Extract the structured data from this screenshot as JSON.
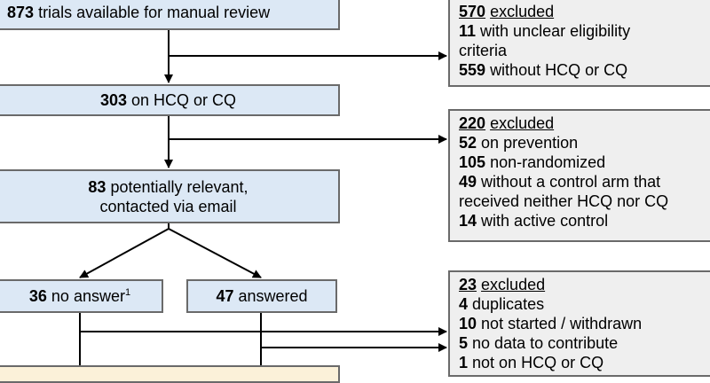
{
  "stage1": {
    "count": "873",
    "text": "trials available for manual review"
  },
  "exclusion1": {
    "count": "570",
    "label": "excluded",
    "items": [
      {
        "count": "11",
        "text": "with unclear eligibility"
      },
      {
        "count": "",
        "text": "criteria"
      },
      {
        "count": "559",
        "text": "without HCQ or CQ"
      }
    ]
  },
  "stage2": {
    "count": "303",
    "text": "on HCQ or CQ"
  },
  "exclusion2": {
    "count": "220",
    "label": "excluded",
    "items": [
      {
        "count": "52",
        "text": "on prevention"
      },
      {
        "count": "105",
        "text": "non-randomized"
      },
      {
        "count": "49",
        "text": "without a control arm that"
      },
      {
        "count": "",
        "text": "received neither HCQ nor CQ"
      },
      {
        "count": "14",
        "text": "with active control"
      }
    ]
  },
  "stage3": {
    "count": "83",
    "text": "potentially relevant,",
    "line2": "contacted via email"
  },
  "no_answer": {
    "count": "36",
    "text": "no answer",
    "footnote": "1"
  },
  "answered": {
    "count": "47",
    "text": "answered"
  },
  "exclusion3": {
    "count": "23",
    "label": "excluded",
    "items": [
      {
        "count": "4",
        "text": "duplicates"
      },
      {
        "count": "10",
        "text": "not started / withdrawn"
      },
      {
        "count": "5",
        "text": "no data to contribute"
      },
      {
        "count": "1",
        "text": "not on HCQ or CQ"
      }
    ]
  }
}
